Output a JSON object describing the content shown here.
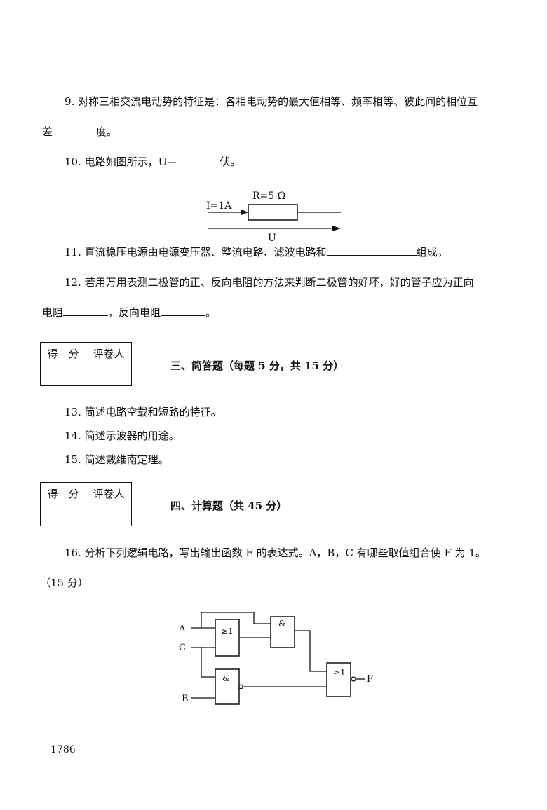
{
  "q9": {
    "line1": "9. 对称三相交流电动势的特征是：各相电动势的最大值相等、频率相等、彼此间的相位互",
    "prefix": "差",
    "suffix": "度。"
  },
  "q10": {
    "prefix": "10. 电路如图所示，U＝",
    "suffix": "伏。",
    "figure": {
      "current_label": "I=1A",
      "resistor_label": "R=5 Ω",
      "voltage_label": "U"
    }
  },
  "q11": {
    "prefix": "11. 直流稳压电源由电源变压器、整流电路、滤波电路和",
    "suffix": "组成。"
  },
  "q12": {
    "line1": "12. 若用万用表测二极管的正、反向电阻的方法来判断二极管的好坏，好的管子应为正向",
    "part1": "电阻",
    "part2": "，反向电阻",
    "part3": "。"
  },
  "score_box": {
    "col1": "得　分",
    "col2": "评卷人"
  },
  "section3": {
    "heading": "三、简答题（每题 5 分，共 15 分）"
  },
  "q13": "13. 简述电路空载和短路的特征。",
  "q14": "14. 简述示波器的用途。",
  "q15": "15. 简述戴维南定理。",
  "section4": {
    "heading": "四、计算题（共 45 分）"
  },
  "q16": {
    "line1": "16. 分析下列逻辑电路，写出输出函数 F 的表达式。A，B，C 有哪些取值组合使 F 为 1。",
    "line2": "（15 分）",
    "figure": {
      "input_a": "A",
      "input_c": "C",
      "input_b": "B",
      "output_f": "F",
      "or_gate_symbol": "≥1",
      "and_gate_symbol": "&"
    }
  },
  "page_number": "1786"
}
